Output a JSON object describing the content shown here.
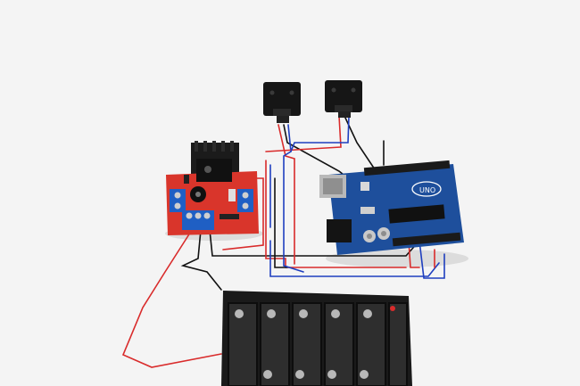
{
  "scene": {
    "background": "#f4f4f4",
    "objects": [
      "l298n-motor-driver",
      "arduino-uno-board",
      "infrared-sensor-left",
      "infrared-sensor-right",
      "battery-holder",
      "jumper-wires"
    ]
  },
  "arduino": {
    "brand_label": "UNO",
    "board_color": "#1e4f9c",
    "header_color": "#1a1a1a"
  },
  "motor_driver": {
    "board_color": "#d9352b",
    "terminal_color": "#1f5fc4",
    "heatsink_color": "#1b1b1b"
  },
  "sensors": {
    "body_color": "#161616"
  },
  "battery_holder": {
    "color": "#1a1a1a",
    "slot_count": 5
  },
  "wires": {
    "colors": [
      "#d92b2b",
      "#1f3fbf",
      "#111111"
    ]
  }
}
